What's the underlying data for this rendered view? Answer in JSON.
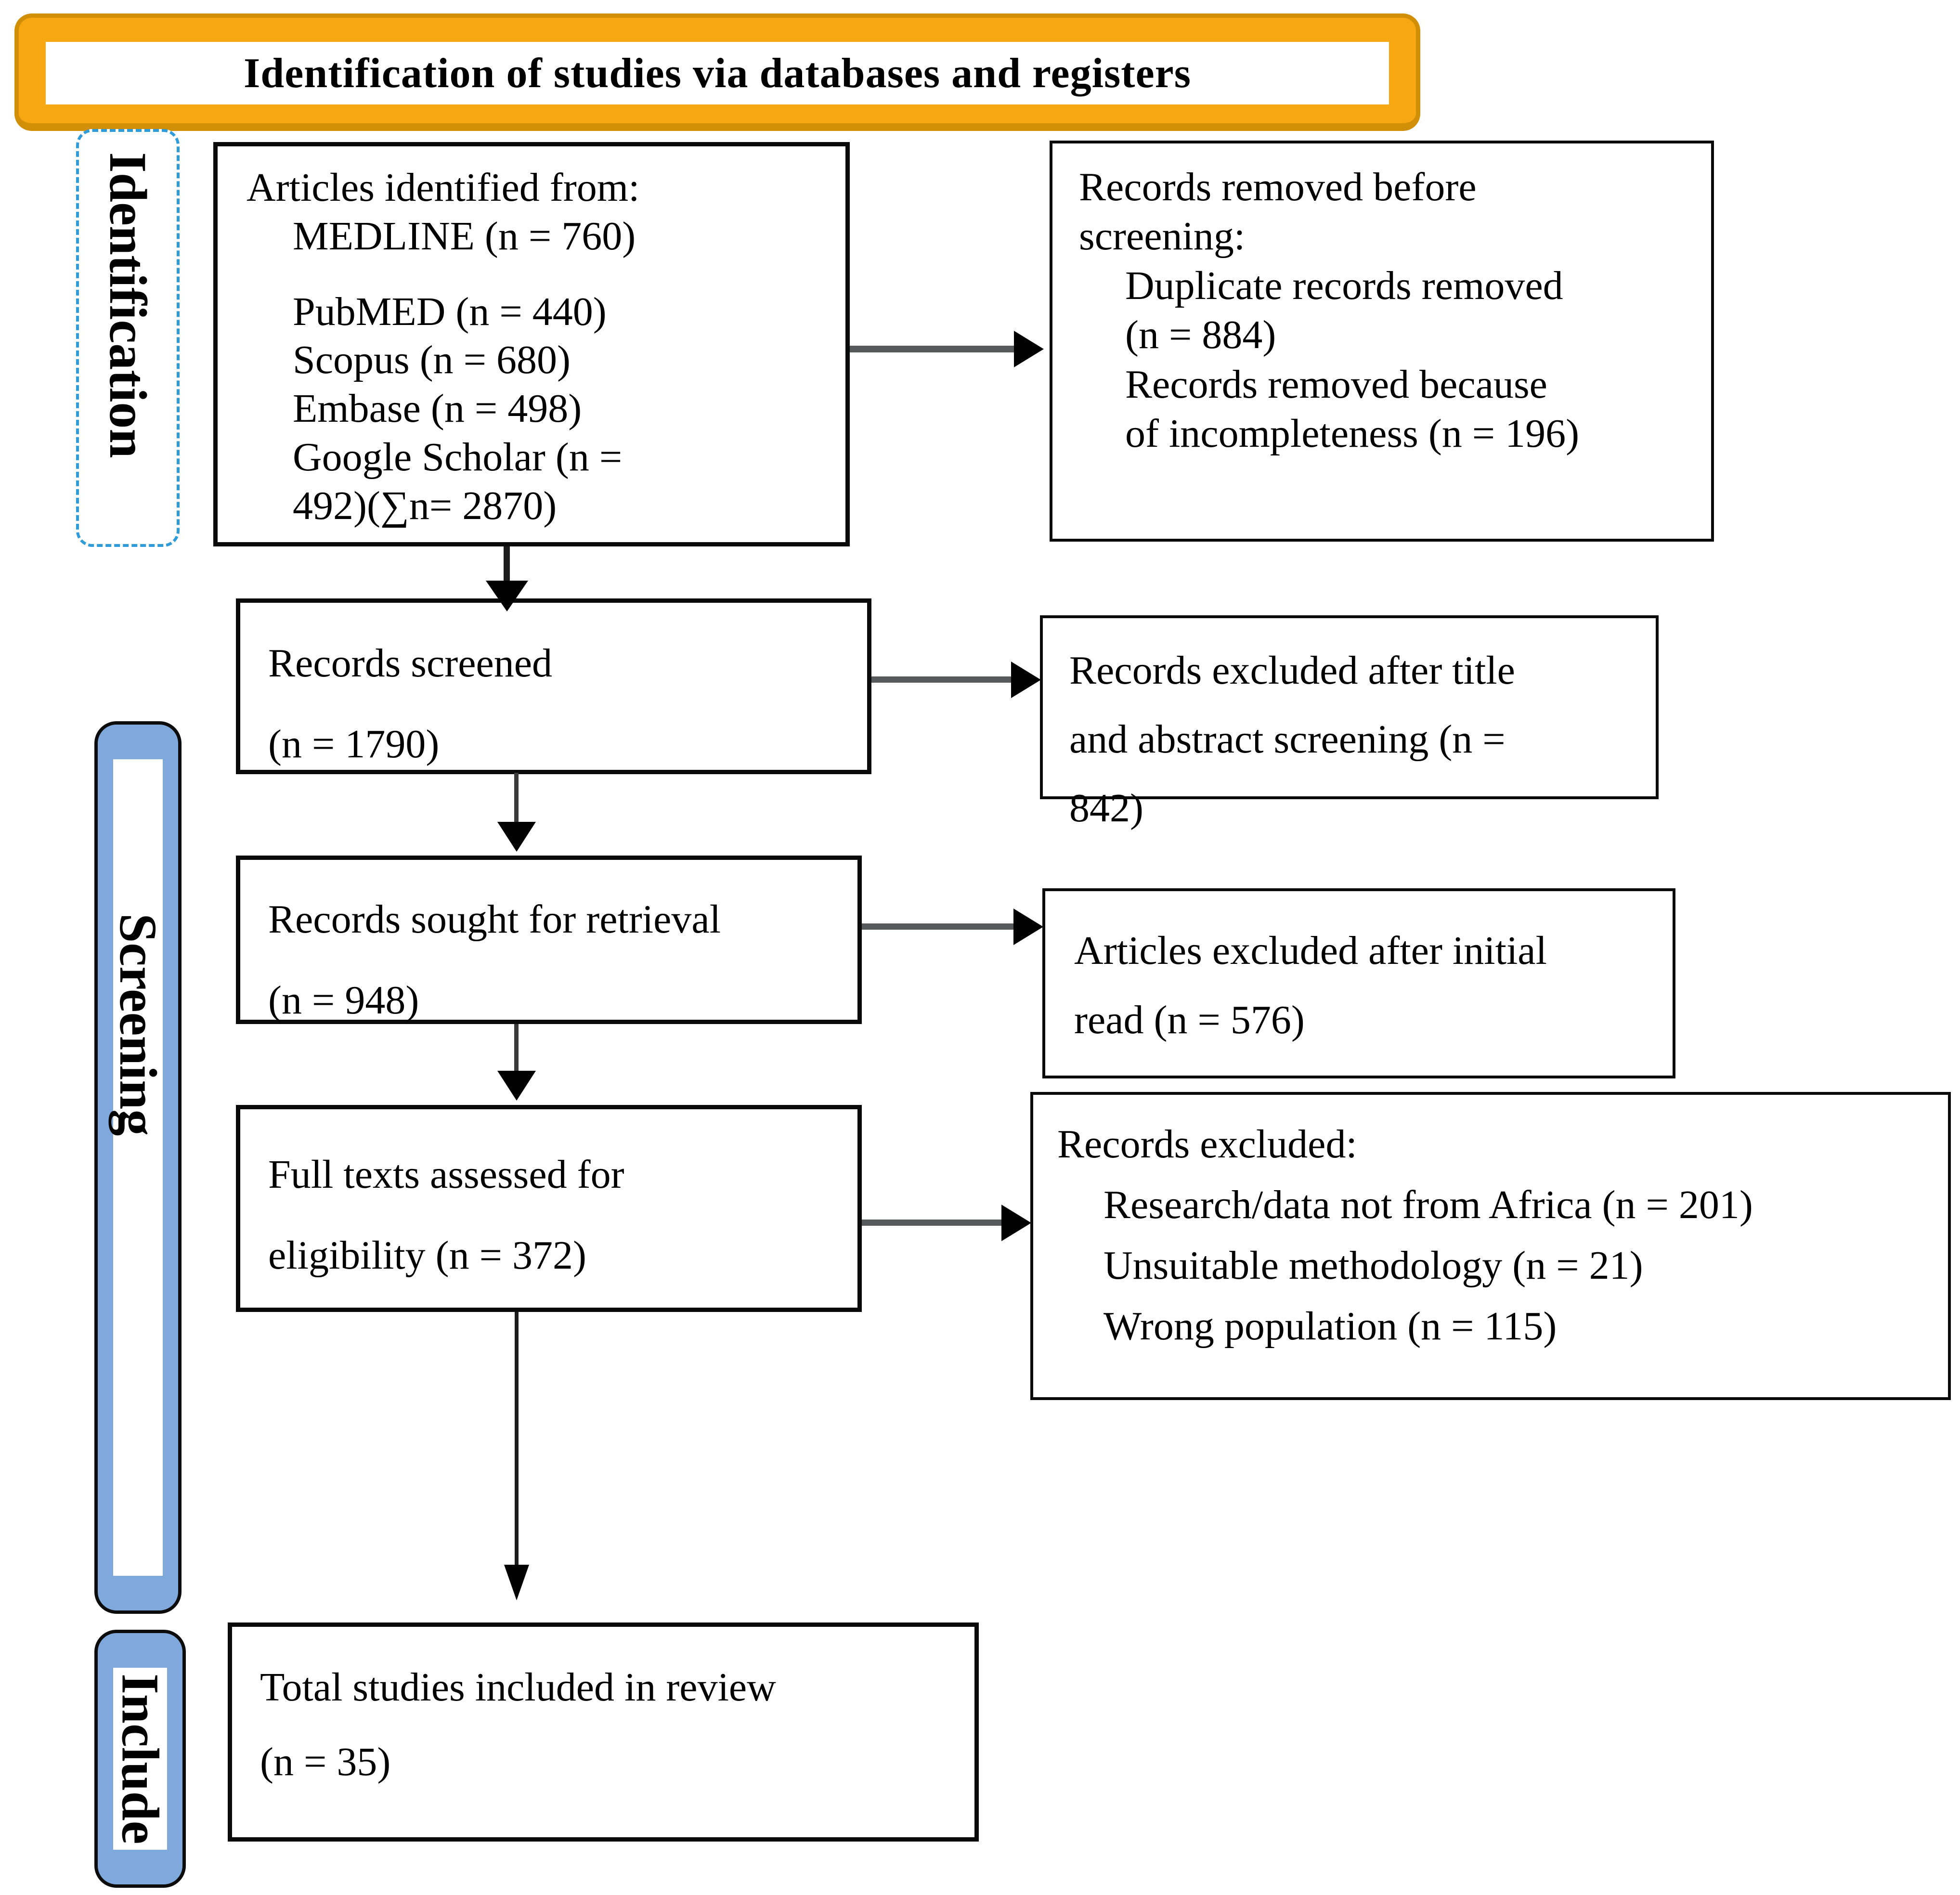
{
  "banner": {
    "title": "Identification of studies via databases and registers"
  },
  "side_labels": {
    "identification": "Identification",
    "screening": "Screening",
    "include": "Include"
  },
  "flow": {
    "identified": {
      "lines": [
        "Articles identified from:",
        "MEDLINE (n = 760)",
        "PubMED (n = 440)",
        "Scopus (n = 680)",
        "Embase  (n = 498)",
        "Google Scholar (n =",
        "492)(∑n= 2870)"
      ]
    },
    "removed_before_screening": {
      "lines": [
        "Records removed before",
        "screening:",
        "Duplicate records removed",
        "(n = 884)",
        "Records removed because",
        "of incompleteness (n = 196)"
      ]
    },
    "screened": {
      "lines": [
        "Records screened",
        "(n = 1790)"
      ]
    },
    "excluded_title_abstract": {
      "lines": [
        "Records excluded after title",
        "and abstract screening (n =",
        "842)"
      ]
    },
    "sought_retrieval": {
      "lines": [
        "Records sought for retrieval",
        "(n = 948)"
      ]
    },
    "excluded_initial_read": {
      "lines": [
        "Articles excluded after initial",
        "read (n = 576)"
      ]
    },
    "fulltext_assessed": {
      "lines": [
        "Full texts assessed for",
        "eligibility (n = 372)"
      ]
    },
    "records_excluded": {
      "lines": [
        "Records excluded:",
        "Research/data not from Africa (n = 201)",
        "Unsuitable methodology (n = 21)",
        "Wrong population (n = 115)"
      ]
    },
    "total_included": {
      "lines": [
        "Total studies included in review",
        "(n = 35)"
      ]
    }
  },
  "colors": {
    "banner_orange": "#F7A711",
    "banner_shadow": "#D18F07",
    "label_blue_fill": "#7FA8DC",
    "dashed_blue": "#2F9CD9",
    "arrow_gray": "#58595B"
  }
}
